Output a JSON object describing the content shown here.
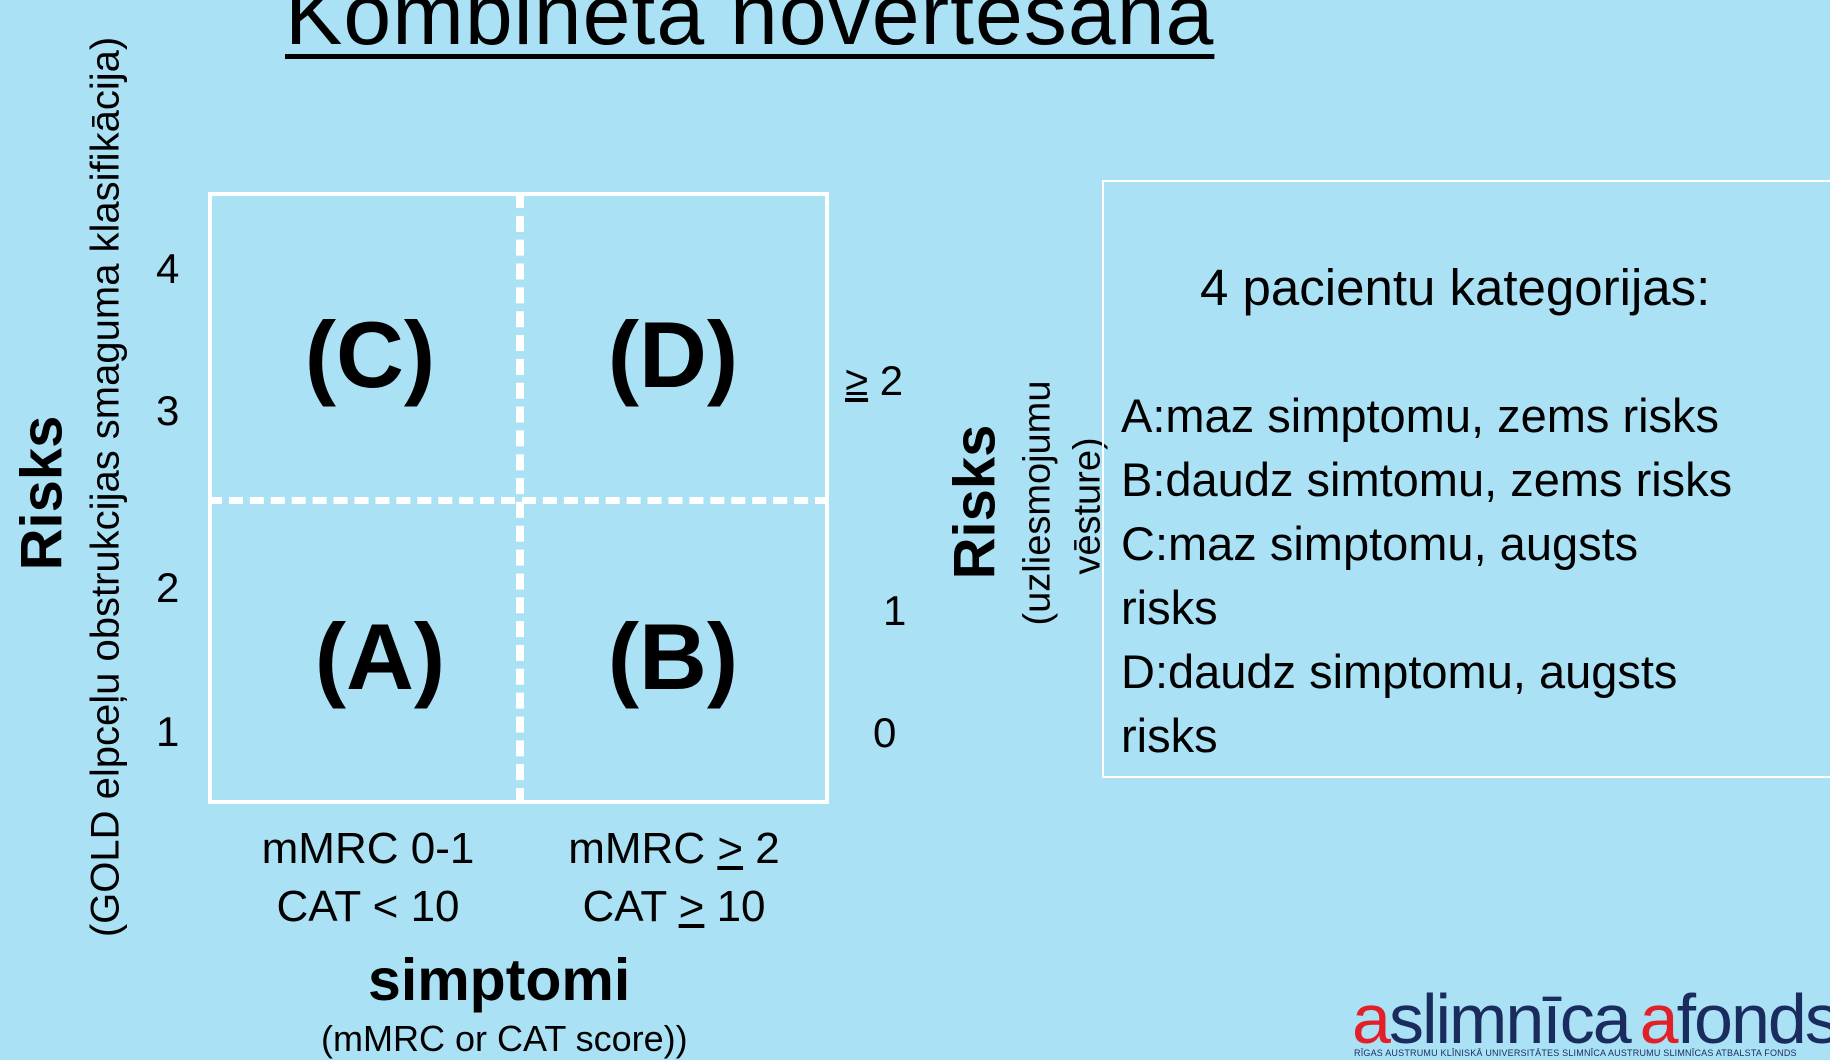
{
  "title": "Kombinēta novērtēšana",
  "left_axis": {
    "title": "Risks",
    "subtitle": "(GOLD elpceļu obstrukcijas smaguma klasifikācija)",
    "ticks": [
      "4",
      "3",
      "2",
      "1"
    ]
  },
  "right_axis": {
    "title": "Risks",
    "subtitle_line1": "(uzliesmojumu",
    "subtitle_line2": "vēsture)",
    "tick_ge2_sym": "≥",
    "tick_ge2_val": " 2",
    "tick_1": "1",
    "tick_0": "0"
  },
  "quadrants": {
    "c": "(C)",
    "d": "(D)",
    "a": "(A)",
    "b": "(B)"
  },
  "x_axis": {
    "left_line1": "mMRC 0-1",
    "left_line2": "CAT < 10",
    "right_line1_pre": "mMRC ",
    "right_line1_sym": ">",
    "right_line1_post": " 2",
    "right_line2_pre": "CAT ",
    "right_line2_sym": ">",
    "right_line2_post": " 10",
    "title": "simptomi",
    "subtitle": "(mMRC or CAT score))"
  },
  "categories_box": {
    "title": "4 pacientu kategorijas:",
    "lines": [
      "A:maz simptomu, zems risks",
      "B:daudz simtomu, zems risks",
      "C:maz simptomu, augsts",
      "risks",
      "D:daudz simptomu, augsts",
      "risks"
    ]
  },
  "logo": {
    "mark1": "a",
    "word1": "slimnīca",
    "mark2": "a",
    "word2": "fonds",
    "tagline": "RĪGAS AUSTRUMU KLĪNISKĀ UNIVERSITĀTES SLIMNĪCA   AUSTRUMU SLIMNĪCAS ATBALSTA FONDS"
  },
  "colors": {
    "background": "#aae1f5",
    "lines": "#ffffff",
    "logo_navy": "#1a2b5e",
    "logo_red": "#e2202a"
  }
}
